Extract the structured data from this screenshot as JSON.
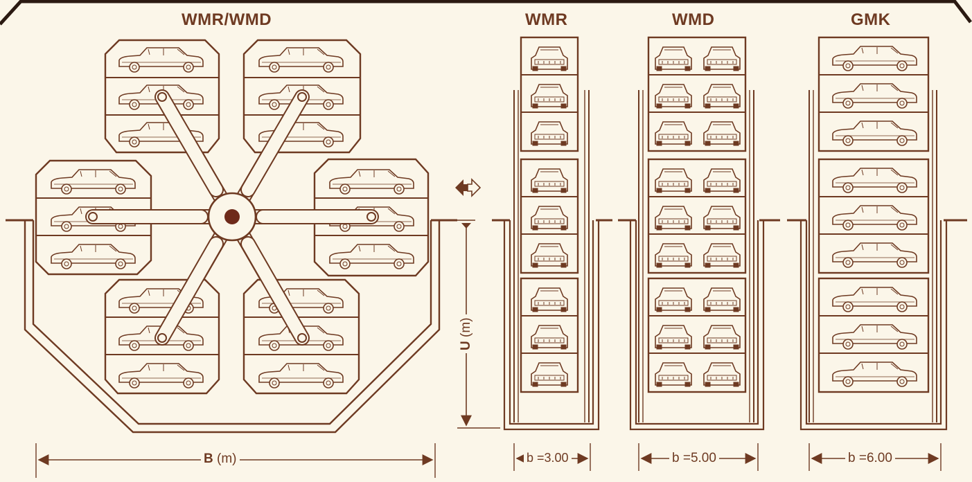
{
  "titles": {
    "rotary": "WMR/WMD",
    "wmr": "WMR",
    "wmd": "WMD",
    "gmk": "GMK"
  },
  "dimensions": {
    "B_symbol": "B",
    "B_unit": "(m)",
    "U_symbol": "U",
    "U_unit": "(m)",
    "b_wmr": "b =3.00",
    "b_wmd": "b =5.00",
    "b_gmk": "b =6.00"
  },
  "colors": {
    "ink": "#6e3a22",
    "paper": "#fbf6e9",
    "hub": "#6e2a1a"
  },
  "icons": {
    "direction": "double-arrow-left-right-icon"
  }
}
